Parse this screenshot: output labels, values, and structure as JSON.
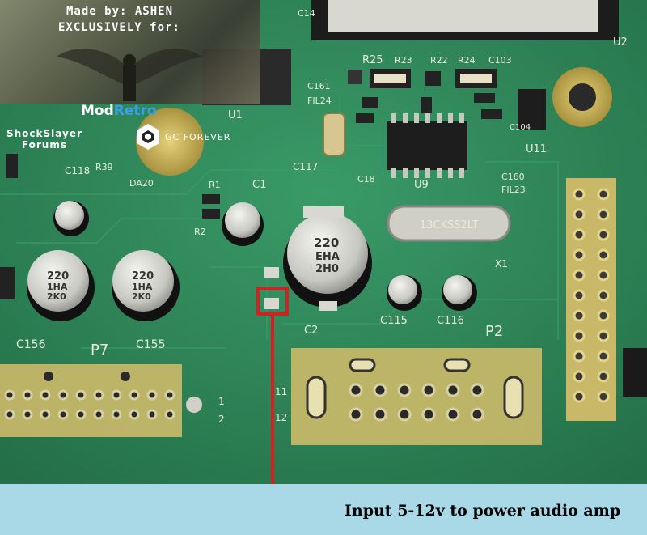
{
  "overlay": {
    "made_by": "Made by: ASHEN",
    "exclusive_for": "EXCLUSIVELY for:",
    "modretro_mod": "Mod",
    "modretro_retro": "Retro",
    "shockslayer_line1": "ShockSlayer",
    "shockslayer_line2": "Forums",
    "gc_forever": "GC FOREVER"
  },
  "caption": "Input 5-12v to power audio amp",
  "board_labels": {
    "u1": "U1",
    "u2": "U2",
    "u9": "U9",
    "u11": "U11",
    "r25": "R25",
    "r23": "R23",
    "r22": "R22",
    "r24": "R24",
    "c103": "C103",
    "c161": "C161",
    "fil24": "FIL24",
    "c117": "C117",
    "c18": "C18",
    "c160": "C160",
    "fil23": "FIL23",
    "c104": "C104",
    "c1": "C1",
    "c2": "C2",
    "r1": "R1",
    "r2": "R2",
    "x1": "X1",
    "c115": "C115",
    "c116": "C116",
    "c156": "C156",
    "c155": "C155",
    "p7": "P7",
    "p2": "P2",
    "c118": "C118",
    "r39": "R39",
    "da20": "DA20",
    "c14": "C14",
    "crystal": "13CKSS2LT",
    "cap_220_a": "220",
    "cap_1ha_a": "1HA",
    "cap_2k0_a": "2K0",
    "cap_220_b": "220",
    "cap_1ha_b": "1HA",
    "cap_2k0_b": "2K0",
    "cap_220_c": "220",
    "cap_eha_c": "EHA",
    "cap_2h0_c": "2H0",
    "pin_1": "1",
    "pin_2": "2",
    "pin_11": "11",
    "pin_12": "12"
  },
  "colors": {
    "pcb_green": "#2f8a5a",
    "highlight_red": "#d42020",
    "caption_band": "#a9d8e6",
    "gold_pad": "#c9b35a"
  }
}
